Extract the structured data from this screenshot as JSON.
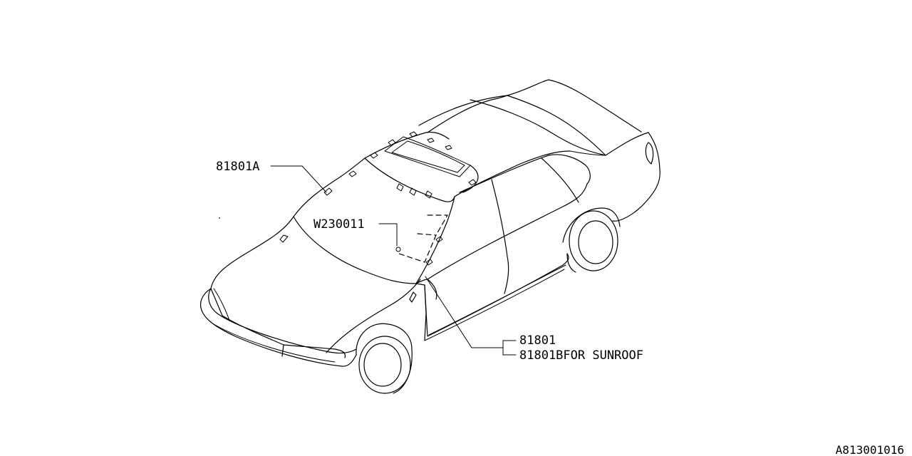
{
  "labels": {
    "part_81801a": "81801A",
    "part_w230011": "W230011",
    "part_81801": "81801",
    "part_81801b": "81801BFOR SUNROOF"
  },
  "figure_ref": "A813001016"
}
